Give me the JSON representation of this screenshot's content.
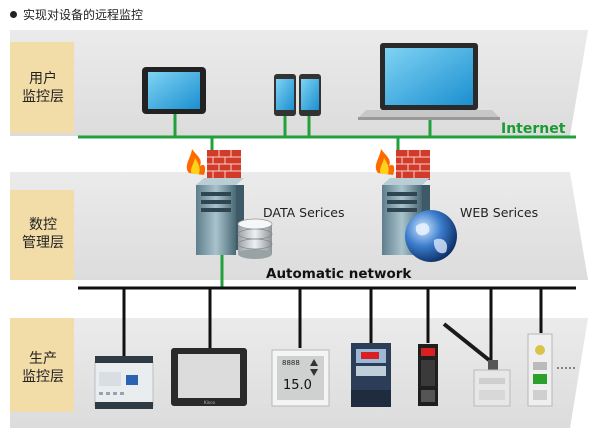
{
  "heading": "实现对设备的远程监控",
  "layers": {
    "user": {
      "line1": "用户",
      "line2": "监控层"
    },
    "data": {
      "line1": "数控",
      "line2": "管理层"
    },
    "production": {
      "line1": "生产",
      "line2": "监控层"
    }
  },
  "networks": {
    "internet": "Internet",
    "automatic": "Automatic network"
  },
  "servers": {
    "data": "DATA Serices",
    "web": "WEB Serices"
  },
  "devices": {
    "thermostat_top": "8888",
    "thermostat_reading": "15.0",
    "hmi_brand": "Kinco"
  },
  "colors": {
    "band": "#e2e2e2",
    "layer_label_bg": "#f2dca8",
    "internet_line": "#22a03c",
    "internet_text": "#1a9a32",
    "automatic_line": "#111111"
  }
}
